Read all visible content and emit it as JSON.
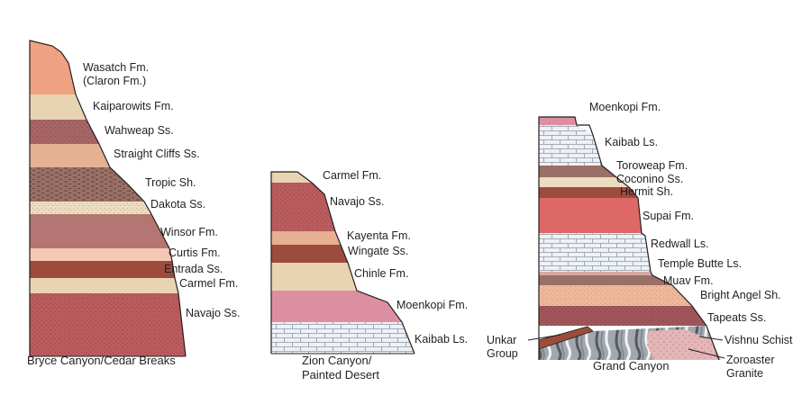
{
  "columns": [
    {
      "caption": [
        "Bryce Canyon/Cedar Breaks"
      ],
      "layers": [
        {
          "label": [
            "Wasatch Fm.",
            "(Claron Fm.)"
          ],
          "color": "#efa282"
        },
        {
          "label": [
            "Kaiparowits Fm."
          ],
          "color": "#e8d4b0"
        },
        {
          "label": [
            "Wahweap Ss."
          ],
          "color": "#a86566"
        },
        {
          "label": [
            "Straight Cliffs Ss."
          ],
          "color": "#e6b092"
        },
        {
          "label": [
            "Tropic Sh."
          ],
          "color": "#9a6f66"
        },
        {
          "label": [
            "Dakota Ss."
          ],
          "color": "#ecdcc0"
        },
        {
          "label": [
            "Winsor Fm."
          ],
          "color": "#b47673"
        },
        {
          "label": [
            "Curtis Fm."
          ],
          "color": "#f5c8b3"
        },
        {
          "label": [
            "Entrada Ss."
          ],
          "color": "#9c4c3c"
        },
        {
          "label": [
            "Carmel Fm."
          ],
          "color": "#e8d4b0"
        },
        {
          "label": [
            "Navajo Ss."
          ],
          "color": "#bb5c5e"
        }
      ]
    },
    {
      "caption": [
        "Zion Canyon/",
        "Painted Desert"
      ],
      "layers": [
        {
          "label": [
            "Carmel Fm."
          ],
          "color": "#e8d4b0"
        },
        {
          "label": [
            "Navajo Ss."
          ],
          "color": "#bb5c5e"
        },
        {
          "label": [
            "Kayenta Fm."
          ],
          "color": "#e6b092"
        },
        {
          "label": [
            "Wingate Ss."
          ],
          "color": "#9c4c3c"
        },
        {
          "label": [
            "Chinle Fm."
          ],
          "color": "#e8d4b0"
        },
        {
          "label": [
            "Moenkopi Fm."
          ],
          "color": "#dc8fa2"
        },
        {
          "label": [
            "Kaibab Ls."
          ],
          "color": "#eef1f6"
        }
      ]
    },
    {
      "caption": [
        "Grand Canyon"
      ],
      "layers": [
        {
          "label": [
            "Moenkopi Fm."
          ],
          "color": "#dc8fa2"
        },
        {
          "label": [
            "Kaibab Ls."
          ],
          "color": "#eef1f6"
        },
        {
          "label": [
            "Toroweap Fm."
          ],
          "color": "#9a6f66"
        },
        {
          "label": [
            "Coconino Ss."
          ],
          "color": "#ecdcc0"
        },
        {
          "label": [
            "Hermit Sh."
          ],
          "color": "#9c4c3c"
        },
        {
          "label": [
            "Supai Fm."
          ],
          "color": "#de6868"
        },
        {
          "label": [
            "Redwall Ls."
          ],
          "color": "#eef1f6"
        },
        {
          "label": [
            "Temple Butte Ls."
          ],
          "color": "#d6a9a6"
        },
        {
          "label": [
            "Muav Fm."
          ],
          "color": "#9a6f66"
        },
        {
          "label": [
            "Bright Angel Sh."
          ],
          "color": "#efb89a"
        },
        {
          "label": [
            "Tapeats Ss."
          ],
          "color": "#a1565b"
        }
      ],
      "basement": [
        {
          "label": [
            "Unkar",
            "Group"
          ],
          "color": "#9c4c3c"
        },
        {
          "label": [
            "Vishnu Schist"
          ],
          "color": "#a3a7ae"
        },
        {
          "label": [
            "Zoroaster",
            "Granite"
          ],
          "color": "#e4b6b8"
        }
      ]
    }
  ]
}
